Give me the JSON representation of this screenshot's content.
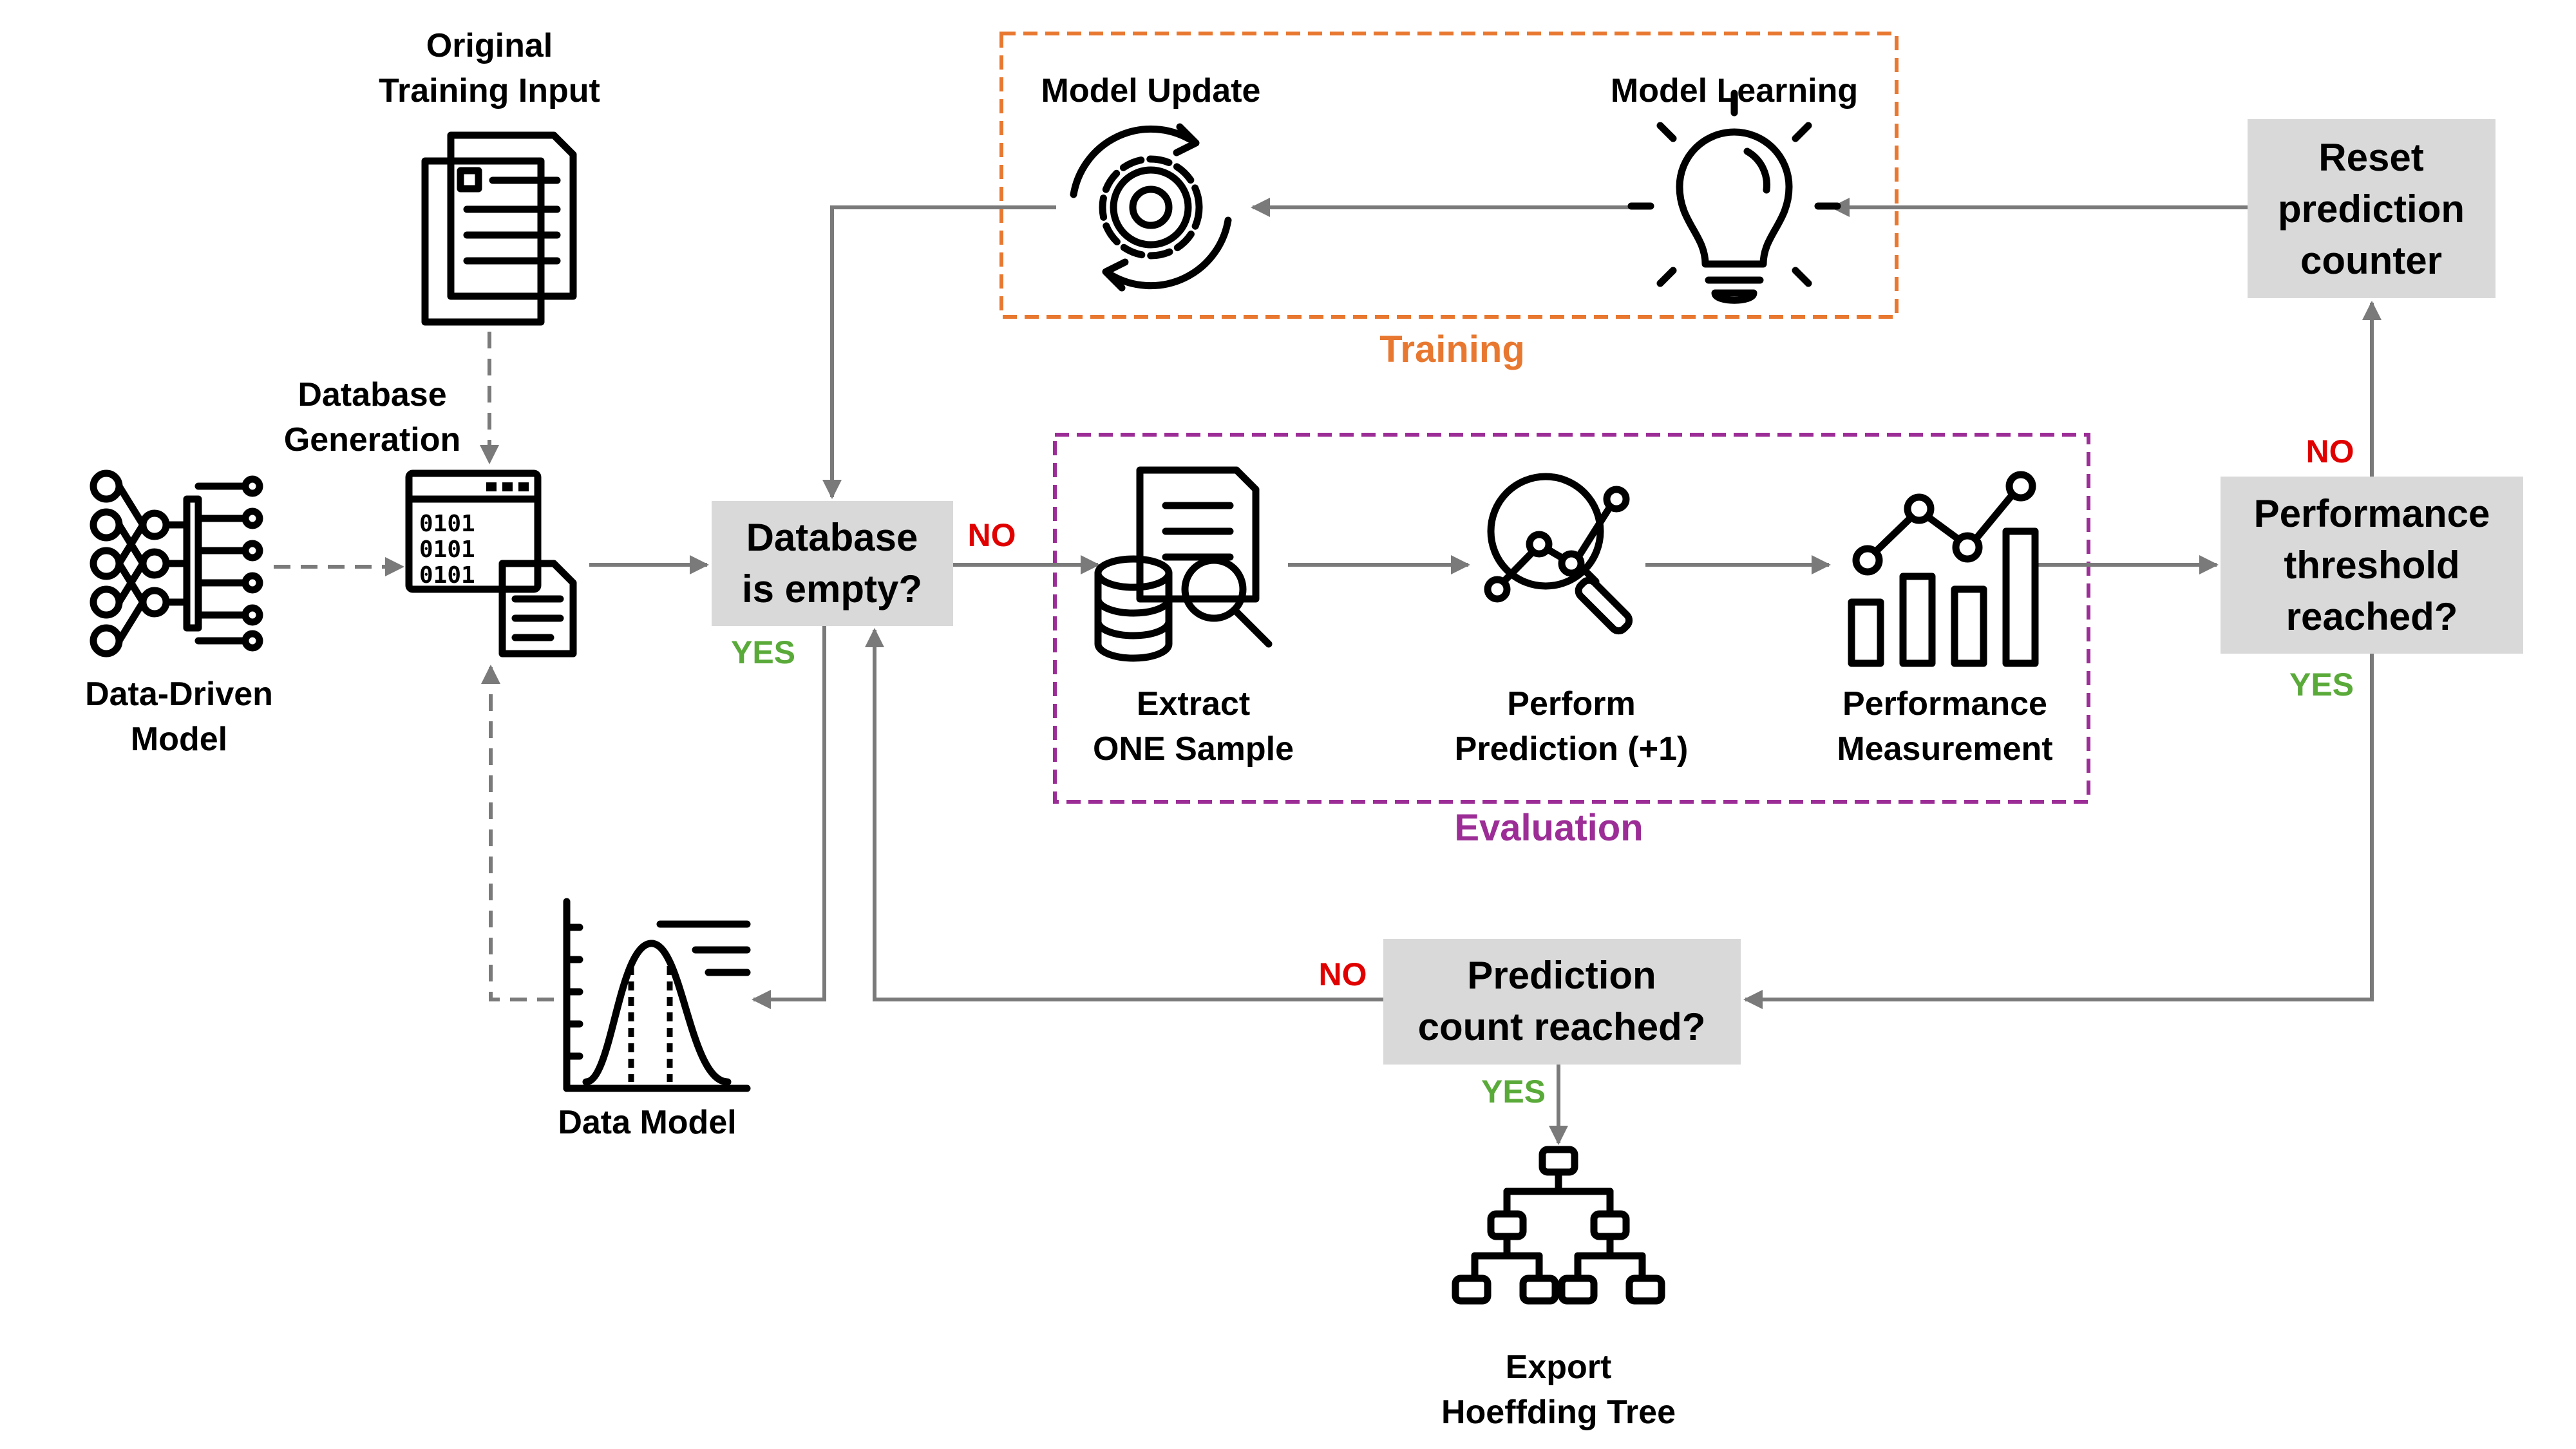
{
  "nodes": {
    "original_input": [
      "Original",
      "Training Input"
    ],
    "database_generation": [
      "Database",
      "Generation"
    ],
    "data_driven_model": [
      "Data-Driven",
      "Model"
    ],
    "data_model": [
      "Data Model"
    ],
    "model_update": [
      "Model Update"
    ],
    "model_learning": [
      "Model Learning"
    ],
    "extract_sample": [
      "Extract",
      "ONE Sample"
    ],
    "perform_prediction": [
      "Perform",
      "Prediction (+1)"
    ],
    "performance_measurement": [
      "Performance",
      "Measurement"
    ],
    "export_tree": [
      "Export",
      "Hoeffding Tree"
    ]
  },
  "decisions": {
    "database_empty": [
      "Database",
      "is empty?"
    ],
    "performance_threshold": [
      "Performance",
      "threshold",
      "reached?"
    ],
    "reset_counter": [
      "Reset",
      "prediction",
      "counter"
    ],
    "prediction_count": [
      "Prediction",
      "count reached?"
    ]
  },
  "groups": {
    "training": "Training",
    "evaluation": "Evaluation"
  },
  "flags": {
    "db_no": "NO",
    "db_yes": "YES",
    "perf_no": "NO",
    "perf_yes": "YES",
    "count_no": "NO",
    "count_yes": "YES"
  },
  "colors": {
    "training": "#E87830",
    "evaluation": "#9C2D96",
    "yes": "#5AAA3A",
    "no": "#E00000",
    "decision_fill": "#D9D9D9",
    "arrow": "#7A7A7A"
  }
}
